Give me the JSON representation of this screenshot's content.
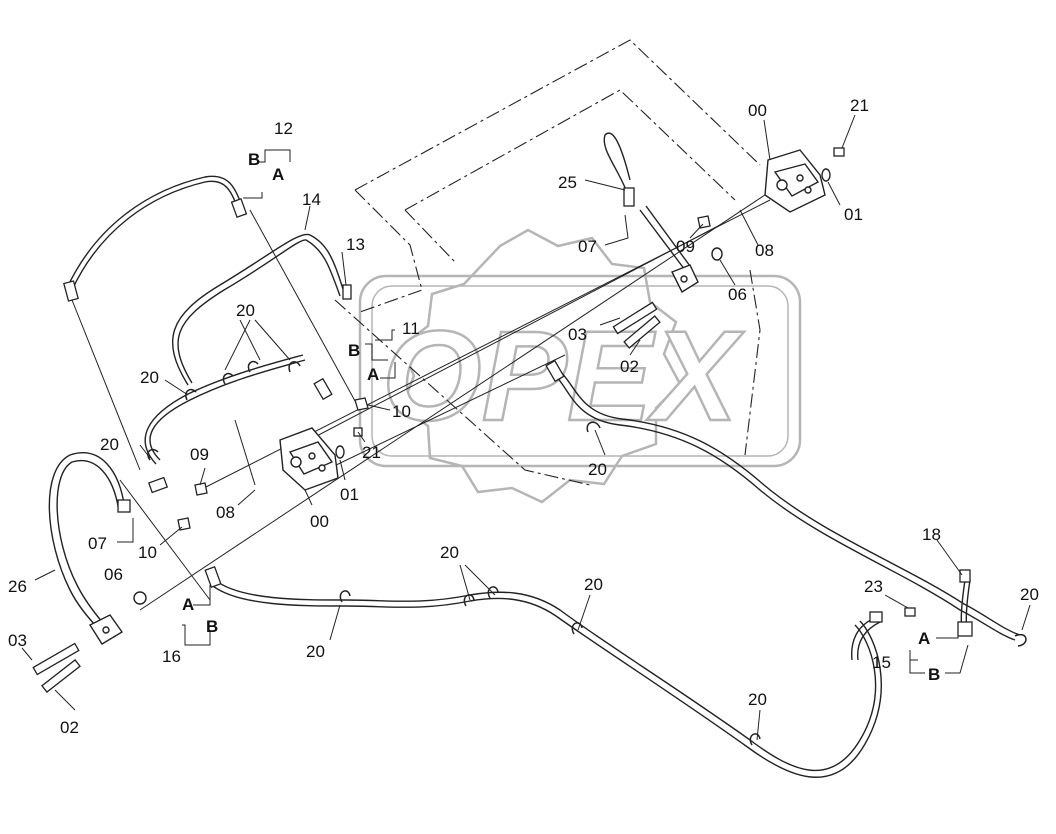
{
  "watermark": {
    "text": "OPEX",
    "color": "#b5b5b5"
  },
  "colors": {
    "line": "#222222",
    "watermark_outline": "#b5b5b5",
    "background": "#ffffff"
  },
  "labels": {
    "l00a": "00",
    "l21a": "21",
    "l01a": "01",
    "l25": "25",
    "l07a": "07",
    "l09a": "09",
    "l08a": "08",
    "l06a": "06",
    "l03a": "03",
    "l02a": "02",
    "l12": "12",
    "lBa": "B",
    "lAa": "A",
    "l14": "14",
    "l13": "13",
    "l11": "11",
    "lBb": "B",
    "lAb": "A",
    "l10a": "10",
    "l20a": "20",
    "l20b": "20",
    "l20c": "20",
    "l09b": "09",
    "l21b": "21",
    "l01b": "01",
    "l08b": "08",
    "l00b": "00",
    "l07b": "07",
    "l10b": "10",
    "l20d": "20",
    "l26": "26",
    "l06b": "06",
    "l03b": "03",
    "l02b": "02",
    "lAc": "A",
    "lBc": "B",
    "l16": "16",
    "l20e": "20",
    "l20f": "20",
    "l20g": "20",
    "l20h": "20",
    "l18": "18",
    "l23": "23",
    "l20i": "20",
    "lAd": "A",
    "l15": "15",
    "lBd": "B"
  }
}
